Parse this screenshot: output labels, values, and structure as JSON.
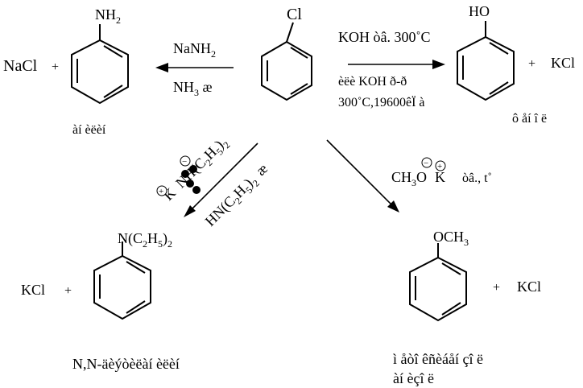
{
  "center": {
    "substituent": "Cl"
  },
  "left_reaction": {
    "reagent_top": "NaNH",
    "reagent_top_sub": "2",
    "reagent_bottom_a": "NH",
    "reagent_bottom_sub": "3",
    "reagent_bottom_b": " æ",
    "byproduct_left": "NaCl",
    "plus": "+",
    "product_substituent": "NH",
    "product_substituent_sub": "2",
    "product_name": "àí èëèí"
  },
  "right_reaction": {
    "condition_top": "KOH òâ. 300˚C",
    "condition_mid": "èëè KOH ð-ð",
    "condition_bottom": "300˚C,19600êÏ à",
    "product_substituent": "HO",
    "plus": "+",
    "byproduct_right": "KCl",
    "product_name": "ô åí î ë"
  },
  "diag_left_reaction": {
    "reagent_main": "K NH(C2H5)2",
    "reagent_sub": "HN(C2H5)2  æ",
    "charge_minus": "−",
    "charge_plus": "+",
    "k_label": "K",
    "nh_label": "NH(C",
    "c2_sub": "2",
    "h_label": "H",
    "h5_sub": "5",
    "close_paren": ")",
    "paren_sub": "2",
    "hn_label": "HN(C",
    "ae_label": "æ",
    "byproduct_left": "KCl",
    "plus": "+",
    "product_sub_a": "N(C",
    "product_sub_2": "2",
    "product_sub_h": "H",
    "product_sub_5": "5",
    "product_sub_close": ")",
    "product_sub_last": "2",
    "product_name": "N,N-äèýòèëàí èëèí"
  },
  "diag_right_reaction": {
    "reagent_a": "CH",
    "reagent_sub": "3",
    "reagent_o": "O",
    "reagent_k": "K",
    "reagent_conditions": "òâ., t˚",
    "charge_minus": "−",
    "charge_plus": "+",
    "product_substituent": "OCH",
    "product_substituent_sub": "3",
    "plus": "+",
    "byproduct_right": "KCl",
    "product_name_line1": "ì åòî êñèáåí çî ë",
    "product_name_line2": "àí èçî ë"
  }
}
